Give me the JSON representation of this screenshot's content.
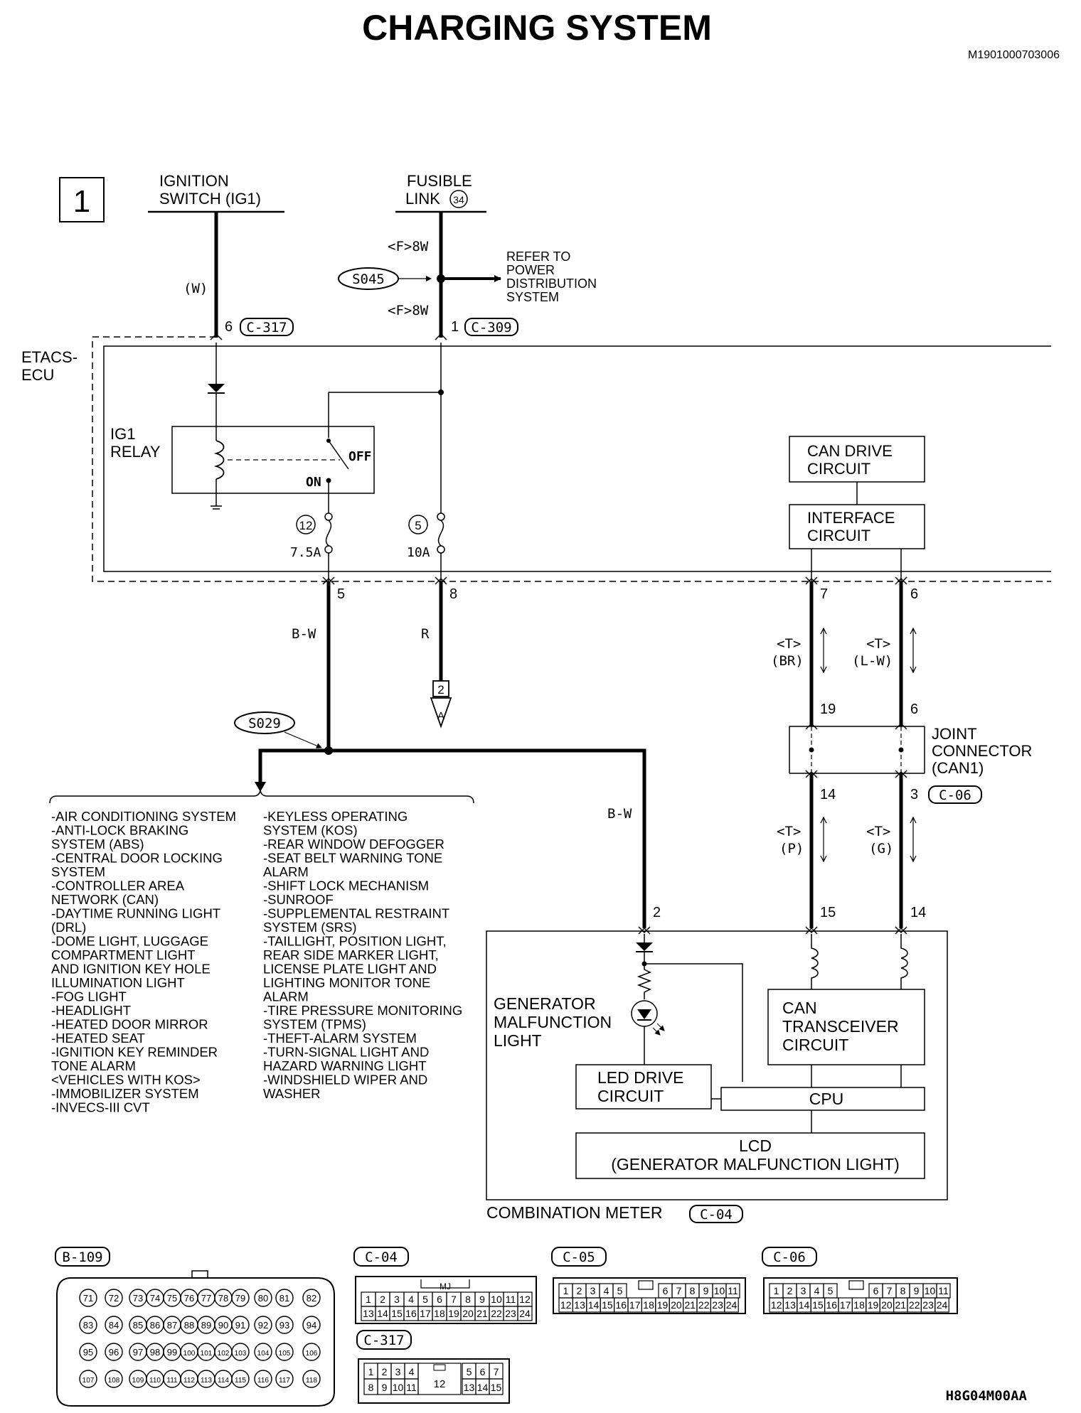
{
  "title": "CHARGING SYSTEM",
  "doc_code": "M1901000703006",
  "figure_code": "H8G04M00AA",
  "page_number": "1",
  "power": {
    "ignition_switch": [
      "IGNITION",
      "SWITCH (IG1)"
    ],
    "fusible_link": [
      "FUSIBLE",
      "LINK"
    ],
    "fusible_link_number": "34",
    "wire_w": "(W)",
    "wire_f8w_top": "<F>8W",
    "wire_f8w_bottom": "<F>8W",
    "splice_s045": "S045",
    "refer_to": [
      "REFER TO",
      "POWER",
      "DISTRIBUTION",
      "SYSTEM"
    ],
    "pin_6": "6",
    "conn_c317": "C-317",
    "pin_1": "1",
    "conn_c309": "C-309"
  },
  "etacs": {
    "label": [
      "ETACS-",
      "ECU"
    ],
    "relay_label": [
      "IG1",
      "RELAY"
    ],
    "off": "OFF",
    "on": "ON",
    "fuse12_num": "12",
    "fuse12_rating": "7.5A",
    "fuse5_num": "5",
    "fuse5_rating": "10A",
    "can_drive": [
      "CAN DRIVE",
      "CIRCUIT"
    ],
    "interface": [
      "INTERFACE",
      "CIRCUIT"
    ],
    "pin_5": "5",
    "pin_8": "8",
    "pin_7": "7",
    "pin_6": "6"
  },
  "wiring": {
    "bw_1": "B-W",
    "r": "R",
    "ref_2": "2",
    "ref_a": "A",
    "splice_s029": "S029",
    "bw_2": "B-W",
    "t1": "<T>",
    "br": "(BR)",
    "t2": "<T>",
    "lw": "(L-W)",
    "pin_19": "19",
    "pin_6b": "6",
    "joint": [
      "JOINT",
      "CONNECTOR",
      "(CAN1)"
    ],
    "pin_14": "14",
    "pin_3": "3",
    "conn_c06": "C-06",
    "t3": "<T>",
    "p": "(P)",
    "t4": "<T>",
    "g": "(G)",
    "pin_2": "2",
    "pin_15": "15",
    "pin_14b": "14"
  },
  "systems_col1": [
    "-AIR CONDITIONING SYSTEM",
    "-ANTI-LOCK BRAKING",
    " SYSTEM (ABS)",
    "-CENTRAL DOOR LOCKING",
    " SYSTEM",
    "-CONTROLLER AREA",
    " NETWORK (CAN)",
    "-DAYTIME RUNNING LIGHT",
    " (DRL)",
    "-DOME LIGHT, LUGGAGE",
    " COMPARTMENT LIGHT",
    " AND IGNITION KEY HOLE",
    " ILLUMINATION LIGHT",
    "-FOG LIGHT",
    "-HEADLIGHT",
    "-HEATED DOOR MIRROR",
    "-HEATED SEAT",
    "-IGNITION KEY REMINDER",
    " TONE ALARM",
    " <VEHICLES WITH KOS>",
    "-IMMOBILIZER SYSTEM",
    "-INVECS-III CVT"
  ],
  "systems_col2": [
    "-KEYLESS OPERATING",
    " SYSTEM (KOS)",
    "-REAR WINDOW DEFOGGER",
    "-SEAT BELT WARNING TONE",
    " ALARM",
    "-SHIFT LOCK MECHANISM",
    "-SUNROOF",
    "-SUPPLEMENTAL RESTRAINT",
    " SYSTEM (SRS)",
    "-TAILLIGHT, POSITION LIGHT,",
    " REAR SIDE MARKER LIGHT,",
    " LICENSE PLATE LIGHT AND",
    " LIGHTING MONITOR TONE",
    " ALARM",
    "-TIRE PRESSURE MONITORING",
    " SYSTEM (TPMS)",
    "-THEFT-ALARM SYSTEM",
    "-TURN-SIGNAL LIGHT AND",
    " HAZARD WARNING LIGHT",
    "-WINDSHIELD WIPER AND",
    " WASHER"
  ],
  "meter": {
    "gen_light": [
      "GENERATOR",
      "MALFUNCTION",
      "LIGHT"
    ],
    "led_drive": [
      "LED DRIVE",
      "CIRCUIT"
    ],
    "can_trans": [
      "CAN",
      "TRANSCEIVER",
      "CIRCUIT"
    ],
    "cpu": "CPU",
    "lcd": [
      "LCD",
      "(GENERATOR MALFUNCTION LIGHT)"
    ],
    "label": "COMBINATION METER",
    "conn": "C-04"
  },
  "connectors": {
    "b109": {
      "label": "B-109",
      "rows": [
        [
          "71",
          "72",
          "73",
          "74",
          "75",
          "76",
          "77",
          "78",
          "79",
          "80",
          "81",
          "82"
        ],
        [
          "83",
          "84",
          "85",
          "86",
          "87",
          "88",
          "89",
          "90",
          "91",
          "92",
          "93",
          "94"
        ],
        [
          "95",
          "96",
          "97",
          "98",
          "99",
          "100",
          "101",
          "102",
          "103",
          "104",
          "105",
          "106"
        ],
        [
          "107",
          "108",
          "109",
          "110",
          "111",
          "112",
          "113",
          "114",
          "115",
          "116",
          "117",
          "118"
        ]
      ]
    },
    "c04": {
      "label": "C-04",
      "mj": "MJ",
      "row1": [
        "1",
        "2",
        "3",
        "4",
        "5",
        "6",
        "7",
        "8",
        "9",
        "10",
        "11",
        "12"
      ],
      "row2": [
        "13",
        "14",
        "15",
        "16",
        "17",
        "18",
        "19",
        "20",
        "21",
        "22",
        "23",
        "24"
      ]
    },
    "c05": {
      "label": "C-05",
      "row1": [
        "1",
        "2",
        "3",
        "4",
        "5",
        "",
        "6",
        "7",
        "8",
        "9",
        "10",
        "11"
      ],
      "row2": [
        "12",
        "13",
        "14",
        "15",
        "16",
        "17",
        "18",
        "19",
        "20",
        "21",
        "22",
        "23",
        "24"
      ]
    },
    "c06": {
      "label": "C-06",
      "row1": [
        "1",
        "2",
        "3",
        "4",
        "5",
        "",
        "6",
        "7",
        "8",
        "9",
        "10",
        "11"
      ],
      "row2": [
        "12",
        "13",
        "14",
        "15",
        "16",
        "17",
        "18",
        "19",
        "20",
        "21",
        "22",
        "23",
        "24"
      ]
    },
    "c317": {
      "label": "C-317",
      "row1a": [
        "1",
        "2",
        "3",
        "4"
      ],
      "row1b": [
        "5",
        "6",
        "7"
      ],
      "row2a": [
        "8",
        "9",
        "10",
        "11"
      ],
      "mid": "12",
      "row2b": [
        "13",
        "14",
        "15"
      ]
    }
  }
}
